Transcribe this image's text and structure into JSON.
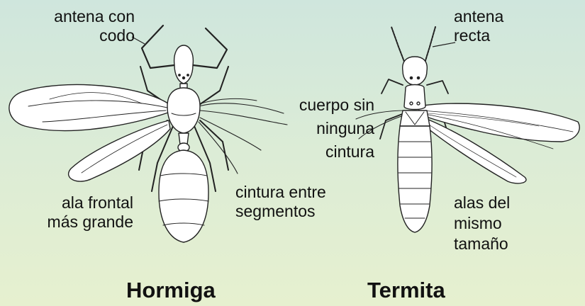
{
  "ant": {
    "name": "Hormiga",
    "labels": {
      "antenna": [
        "antena con",
        "codo"
      ],
      "front_wing": [
        "ala frontal",
        "más grande"
      ],
      "waist": [
        "cintura entre",
        "segmentos"
      ]
    }
  },
  "termite": {
    "name": "Termita",
    "labels": {
      "antenna": [
        "antena",
        "recta"
      ],
      "body": [
        "cuerpo sin",
        "ninguna",
        "cintura"
      ],
      "wings": [
        "alas del",
        "mismo",
        "tamaño"
      ]
    }
  },
  "colors": {
    "background_top": "#cfe6dd",
    "background_bottom": "#e6f0cf",
    "ink": "#111111",
    "body_fill": "#ffffff"
  }
}
